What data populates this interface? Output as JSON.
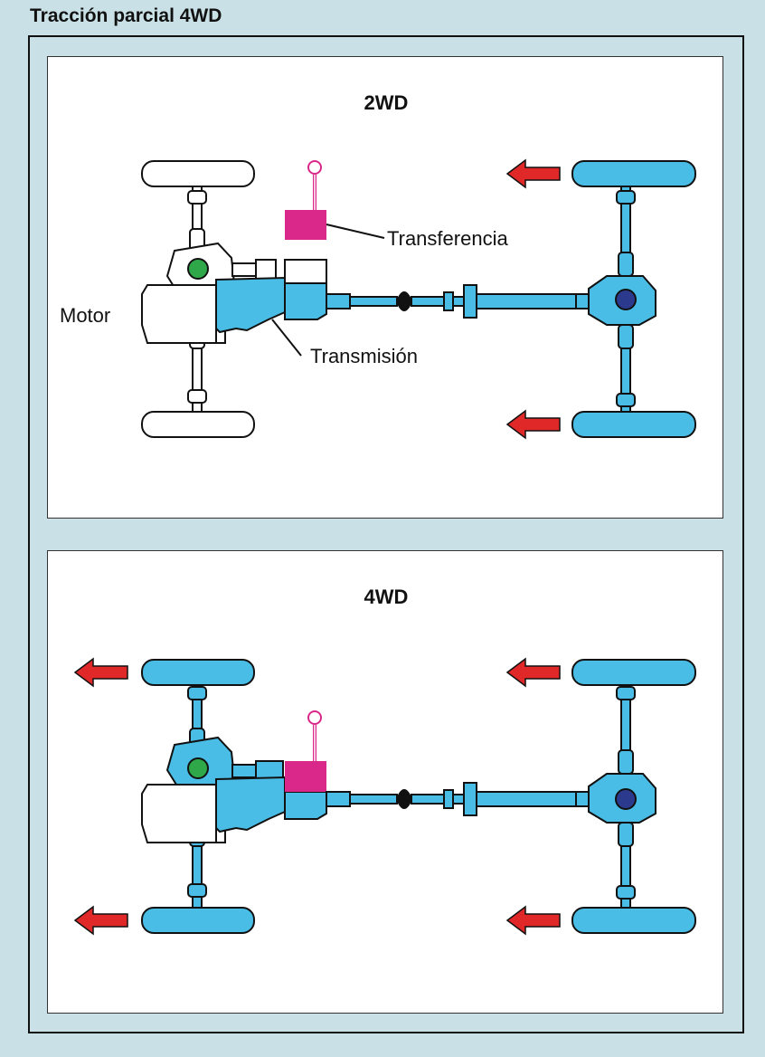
{
  "title": "Tracción parcial 4WD",
  "panels": [
    {
      "mode": "2WD",
      "front_axle_driven": false,
      "transfer_engaged": false
    },
    {
      "mode": "4WD",
      "front_axle_driven": true,
      "transfer_engaged": true
    }
  ],
  "labels": {
    "engine": "Motor",
    "transfer": "Transferencia",
    "transmission": "Transmisión"
  },
  "colors": {
    "background": "#c9e1e6",
    "driven": "#49bde6",
    "undriven": "#ffffff",
    "outline": "#111111",
    "transfer": "#d9288a",
    "arrow": "#e02828",
    "front_diff": "#2fa84a",
    "rear_diff": "#2b3a8c"
  }
}
